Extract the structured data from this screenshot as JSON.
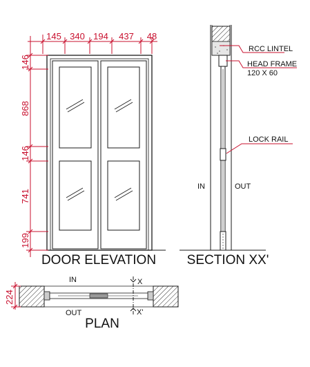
{
  "elevation": {
    "top_dims": [
      "145",
      "340",
      "194",
      "437",
      "48"
    ],
    "side_dims": [
      "146",
      "868",
      "146",
      "741",
      "199"
    ],
    "title": "DOOR ELEVATION"
  },
  "section": {
    "title": "SECTION XX'",
    "rcc_lintel": "RCC LINTEL",
    "head_frame": "HEAD FRAME",
    "head_frame_size": "120 X 60",
    "lock_rail": "LOCK RAIL",
    "in_label": "IN",
    "out_label": "OUT"
  },
  "plan": {
    "title": "PLAN",
    "in_label": "IN",
    "out_label": "OUT",
    "dim": "224",
    "section_mark_top": "X",
    "section_mark_bottom": "X'"
  },
  "colors": {
    "dimension": "#c8102e",
    "line": "#1a1a1a"
  }
}
